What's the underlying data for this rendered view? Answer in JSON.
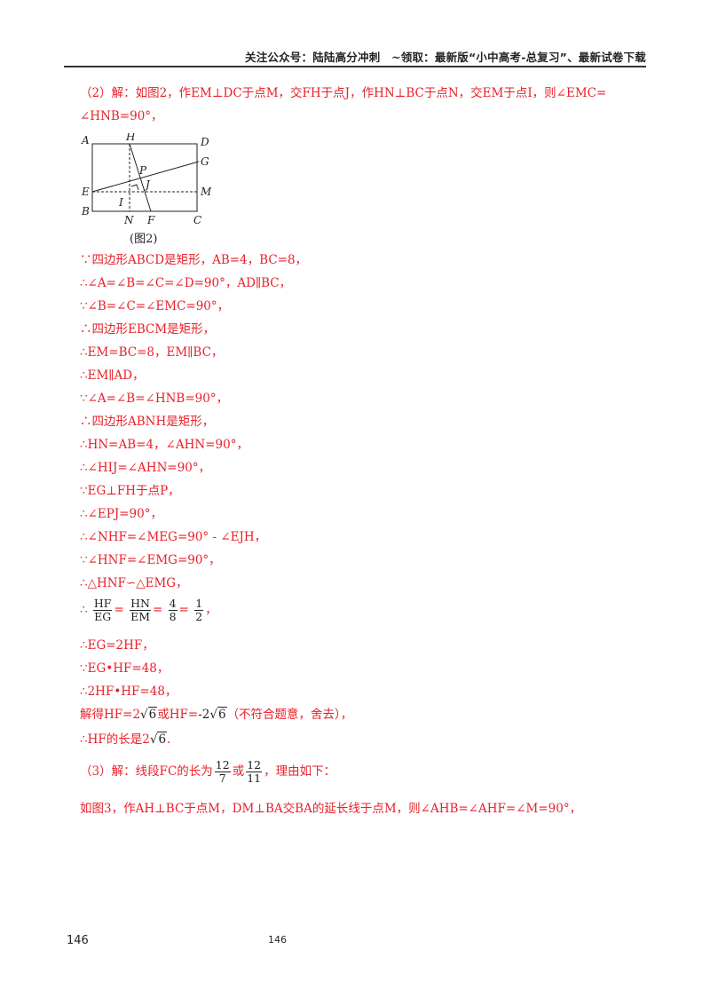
{
  "header": {
    "text": "关注公众号：陆陆高分冲刺　~领取：最新版“小中高考-总复习”、最新试卷下载"
  },
  "solution": {
    "part2_intro_1": "（2）解：如图2，作EM⊥DC于点M，交FH于点J，作HN⊥BC于点N，交EM于点I，则∠EMC=",
    "part2_intro_2": "∠HNB=90°，",
    "figure_caption": "(图2)",
    "figure_labels": {
      "A": "A",
      "H": "H",
      "D": "D",
      "G": "G",
      "P": "P",
      "E": "E",
      "J": "J",
      "M": "M",
      "I": "I",
      "B": "B",
      "N": "N",
      "F": "F",
      "C": "C"
    },
    "lines": [
      "∵四边形ABCD是矩形，AB=4，BC=8，",
      "∴∠A=∠B=∠C=∠D=90°，AD∥BC，",
      "∵∠B=∠C=∠EMC=90°，",
      "∴四边形EBCM是矩形，",
      "∴EM=BC=8，EM∥BC，",
      "∴EM∥AD，",
      "∵∠A=∠B=∠HNB=90°，",
      "∴四边形ABNH是矩形，",
      "∴HN=AB=4，∠AHN=90°，",
      "∴∠HIJ=∠AHN=90°，",
      "∵EG⊥FH于点P，",
      "∴∠EPJ=90°，",
      "∴∠NHF=∠MEG=90° - ∠EJH，",
      "∵∠HNF=∠EMG=90°，",
      "∴△HNF∽△EMG，"
    ],
    "ratio": {
      "prefix": "∴",
      "f1_num": "HF",
      "f1_den": "EG",
      "f2_num": "HN",
      "f2_den": "EM",
      "f3_num": "4",
      "f3_den": "8",
      "f4_num": "1",
      "f4_den": "2",
      "eq": "=",
      "suffix": "，"
    },
    "lines2": [
      "∴EG=2HF，",
      "∵EG•HF=48，",
      "∴2HF•HF=48，"
    ],
    "solve": {
      "a": "解得HF=2",
      "rad1": "6",
      "b": "或HF=",
      "c": "-2",
      "rad2": "6",
      "d": "（不符合题意，舍去），"
    },
    "answer": {
      "a": "∴HF的长是2",
      "rad": "6",
      "b": "."
    },
    "part3": {
      "a": "（3）解：线段FC的长为",
      "n1": "12",
      "d1": "7",
      "or": "或",
      "n2": "12",
      "d2": "11",
      "b": "，理由如下："
    },
    "part3_line": "如图3，作AH⊥BC于点M，DM⊥BA交BA的延长线于点M，则∠AHB=∠AHF=∠M=90°，"
  },
  "footer": {
    "page_left": "146",
    "page_center": "146"
  }
}
